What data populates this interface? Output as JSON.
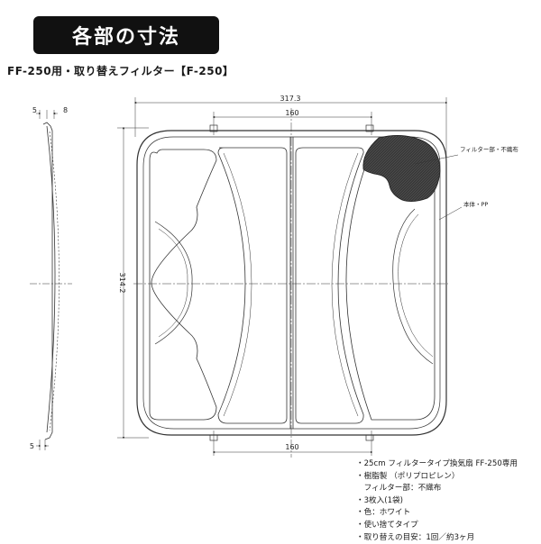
{
  "header": {
    "title": "各部の寸法",
    "subtitle": "FF-250用・取り替えフィルター【F-250】"
  },
  "drawing": {
    "dims": {
      "overall_width": "317.3",
      "inner_width_top": "160",
      "inner_width_bottom": "160",
      "height": "314.2",
      "side_top_left": "5",
      "side_top_right": "8",
      "side_bottom": "5"
    },
    "labels": {
      "filter": "フィルター部・不織布",
      "body": "本体・PP"
    }
  },
  "specs": [
    "・25cm フィルタータイプ換気扇 FF-250専用",
    "・樹脂製 （ポリプロピレン）",
    "　フィルター部：不織布",
    "・3枚入(1袋)",
    "・色：ホワイト",
    "・使い捨てタイプ",
    "・取り替えの目安：1回／約3ヶ月"
  ],
  "colors": {
    "line": "#333333",
    "filter_fill": "#3a3a3a",
    "banner": "#111111"
  }
}
